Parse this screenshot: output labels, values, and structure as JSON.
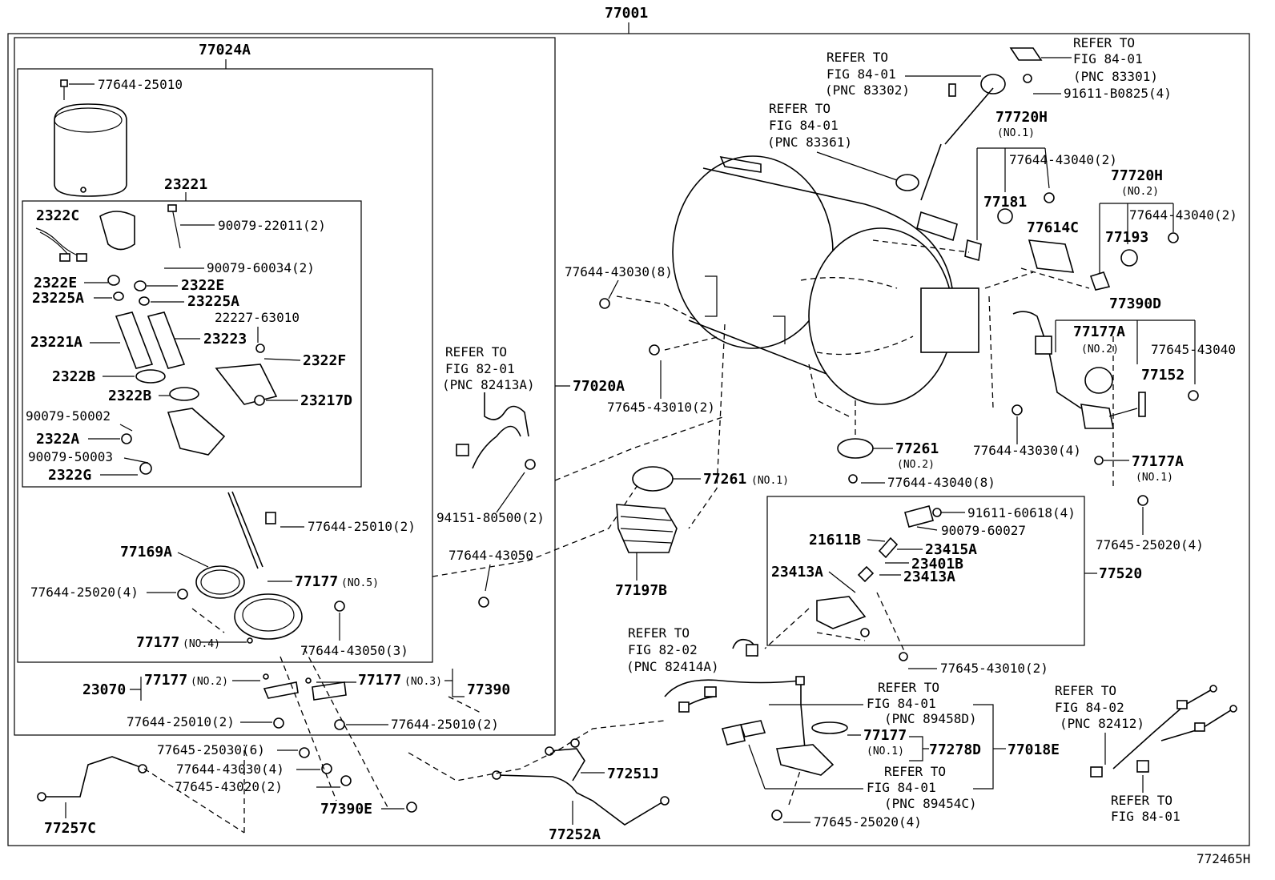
{
  "diagram_id": "772465H",
  "assembly": "77001",
  "boxes": {
    "pump_module": "77024A",
    "fuel_pump_kit": "23221",
    "evap_valve": "77520"
  },
  "labels": {
    "bolt_upper": "77644-25010",
    "kit": "23221",
    "wire_c": "2322C",
    "clip_22011": "90079-22011(2)",
    "clip_60034": "90079-60034(2)",
    "e_left": "2322E",
    "e_right": "2322E",
    "a25_left": "23225A",
    "a25_right": "23225A",
    "p22227": "22227-63010",
    "pump_a": "23221A",
    "pump_b": "23223",
    "f_2322": "2322F",
    "b_upper": "2322B",
    "b_lower": "2322B",
    "d_23217": "23217D",
    "o_50002": "90079-50002",
    "a_2322": "2322A",
    "o_50003": "90079-50003",
    "g_2322": "2322G",
    "bolt_25010_2": "77644-25010(2)",
    "gasket_169a": "77169A",
    "bolt_25020_4": "77644-25020(4)",
    "o_177_no5": "77177",
    "no5": "(NO.5)",
    "o_177_no4": "77177",
    "no4": "(NO.4)",
    "bolt_43050_3": "77644-43050(3)",
    "p23070": "23070",
    "o_177_no2": "77177",
    "no2": "(NO.2)",
    "o_177_no3": "77177",
    "no3": "(NO.3)",
    "p77390": "77390",
    "bolt_25010_l": "77644-25010(2)",
    "bolt_25010_r": "77644-25010(2)",
    "bolt_25030_6": "77645-25030(6)",
    "bolt_43030_4": "77644-43030(4)",
    "bolt_43020_2": "77645-43020(2)",
    "p77390e": "77390E",
    "p77257c": "77257C",
    "p77020a": "77020A",
    "ref_8201_a": "REFER TO",
    "ref_8201_b": "FIG 82-01",
    "ref_8201_c": "(PNC 82413A)",
    "grom_94151": "94151-80500(2)",
    "bolt_43050": "77644-43050",
    "bolt_43030_8": "77644-43030(8)",
    "bolt_43010_2": "77645-43010(2)",
    "ref_83361_a": "REFER TO",
    "ref_83361_b": "FIG 84-01",
    "ref_83361_c": "(PNC 83361)",
    "ref_83302_a": "REFER TO",
    "ref_83302_b": "FIG 84-01",
    "ref_83302_c": "(PNC 83302)",
    "ref_83301_a": "REFER TO",
    "ref_83301_b": "FIG 84-01",
    "ref_83301_c": "(PNC 83301)",
    "bolt_b0825": "91611-B0825(4)",
    "p77720h_1": "77720H",
    "no1_h": "(NO.1)",
    "bolt_43040_2a": "77644-43040(2)",
    "p77181": "77181",
    "p77614c": "77614C",
    "p77720h_2": "77720H",
    "no2_h": "(NO.2)",
    "bolt_43040_2b": "77644-43040(2)",
    "p77193": "77193",
    "p77390d": "77390D",
    "o_177a_2": "77177A",
    "no2_a": "(NO.2)",
    "bolt_45_43040": "77645-43040",
    "p77152": "77152",
    "o_177a_1": "77177A",
    "no1_a": "(NO.1)",
    "bolt_25020_4r": "77645-25020(4)",
    "p77261_2": "77261",
    "no2_261": "(NO.2)",
    "bolt_43040_8": "77644-43040(8)",
    "p77261_1": "77261",
    "no1_261": "(NO.1)",
    "p77197b": "77197B",
    "bolt_60618": "91611-60618(4)",
    "p60027": "90079-60027",
    "p21611b": "21611B",
    "p23415a": "23415A",
    "p23401b": "23401B",
    "p23413a_l": "23413A",
    "p23413a_r": "23413A",
    "ref_82414_a": "REFER TO",
    "ref_82414_b": "FIG 82-02",
    "ref_82414_c": "(PNC 82414A)",
    "bolt_43010_b": "77645-43010(2)",
    "ref_89458_a": "REFER TO",
    "ref_89458_b": "FIG 84-01",
    "ref_89458_c": "(PNC 89458D)",
    "o_177_no1": "77177",
    "no1_o": "(NO.1)",
    "p77278d": "77278D",
    "p77018e": "77018E",
    "ref_89454_a": "REFER TO",
    "ref_89454_b": "FIG 84-01",
    "ref_89454_c": "(PNC 89454C)",
    "p77251j": "77251J",
    "p77252a": "77252A",
    "bolt_25020_bot": "77645-25020(4)",
    "ref_82412_a": "REFER TO",
    "ref_82412_b": "FIG 84-02",
    "ref_82412_c": "(PNC 82412)",
    "ref_8401_a": "REFER TO",
    "ref_8401_b": "FIG 84-01"
  }
}
